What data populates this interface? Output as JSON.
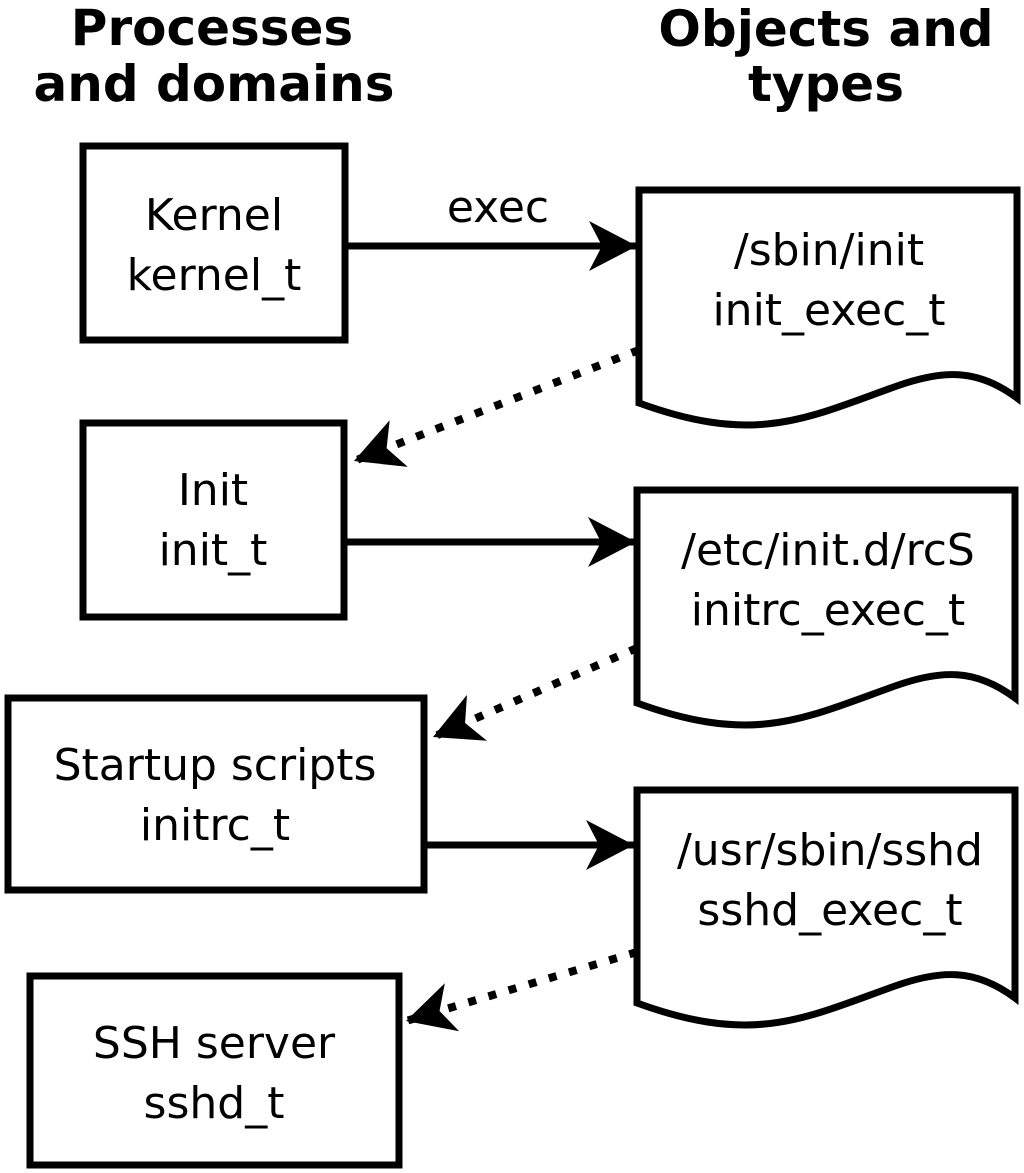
{
  "diagram": {
    "title_left": {
      "line1": "Processes",
      "line2": "and domains"
    },
    "title_right": {
      "line1": "Objects and",
      "line2": "types"
    },
    "processes": [
      {
        "label": "Kernel",
        "domain": "kernel_t"
      },
      {
        "label": "Init",
        "domain": "init_t"
      },
      {
        "label": "Startup scripts",
        "domain": "initrc_t"
      },
      {
        "label": "SSH server",
        "domain": "sshd_t"
      }
    ],
    "objects": [
      {
        "path": "/sbin/init",
        "type": "init_exec_t"
      },
      {
        "path": "/etc/init.d/rcS",
        "type": "initrc_exec_t"
      },
      {
        "path": "/usr/sbin/sshd",
        "type": "sshd_exec_t"
      }
    ],
    "arrow_labels": {
      "exec": "exec"
    },
    "colors": {
      "foreground": "#000000",
      "background": "#ffffff"
    }
  }
}
